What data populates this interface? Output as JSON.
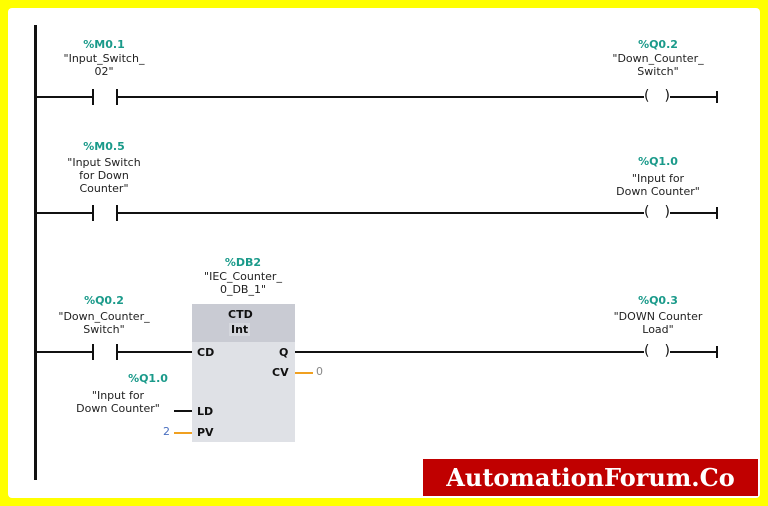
{
  "rungs": [
    {
      "contact": {
        "address": "%M0.1",
        "tag": "\"Input_Switch_\n02\""
      },
      "coil": {
        "address": "%Q0.2",
        "tag": "\"Down_Counter_\nSwitch\""
      }
    },
    {
      "contact": {
        "address": "%M0.5",
        "tag": "\"Input Switch\nfor Down\nCounter\""
      },
      "coil": {
        "address": "%Q1.0",
        "tag": "\"Input for\nDown Counter\""
      }
    },
    {
      "contact": {
        "address": "%Q0.2",
        "tag": "\"Down_Counter_\nSwitch\""
      },
      "coil": {
        "address": "%Q0.3",
        "tag": "\"DOWN Counter\nLoad\""
      },
      "block": {
        "instance_address": "%DB2",
        "instance_tag": "\"IEC_Counter_\n0_DB_1\"",
        "type": "CTD",
        "data_type": "Int",
        "pins": {
          "cd": "CD",
          "q": "Q",
          "cv": "CV",
          "ld": "LD",
          "pv": "PV"
        },
        "cv_value": "0",
        "pv_value": "2",
        "ld_address": "%Q1.0",
        "ld_tag": "\"Input for\nDown Counter\""
      }
    }
  ],
  "coil_symbol": {
    "left": "(",
    "right": ")"
  },
  "watermark": "AutomationForum.Co",
  "colors": {
    "frame": "#ffff00",
    "address": "#1a9a8a",
    "wire_value": "#f0a020",
    "watermark_bg": "#c00000"
  }
}
